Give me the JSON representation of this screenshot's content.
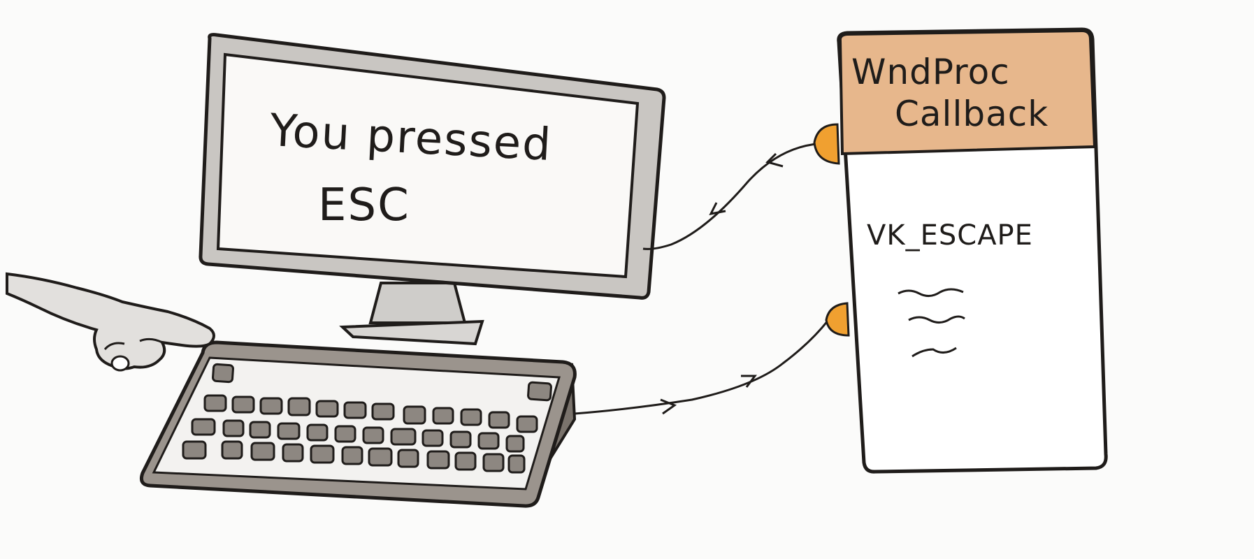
{
  "monitor": {
    "line1": "You pressed",
    "line2": "ESC"
  },
  "callback_box": {
    "title_line1": "WndProc",
    "title_line2": "Callback",
    "code_label": "VK_ESCAPE"
  },
  "colors": {
    "ink": "#1f1c1a",
    "header_fill": "#e7b78c",
    "connector_dot": "#f0a030",
    "paper": "#fbfbfa"
  }
}
